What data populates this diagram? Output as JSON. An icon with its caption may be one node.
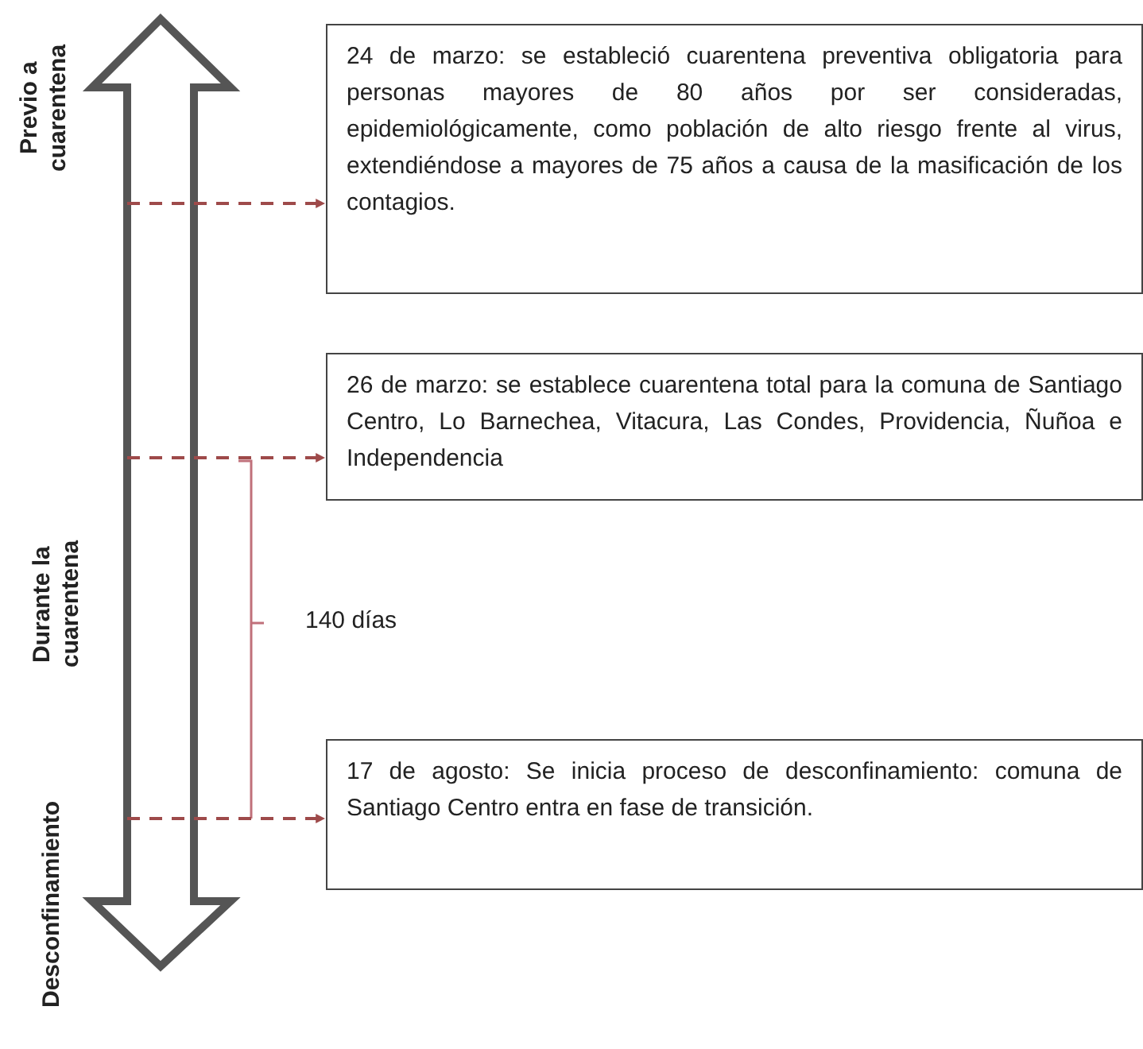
{
  "diagram": {
    "nodes": [
      {
        "text": [],
        "shape": "arrow"
      },
      {
        "text": [
          "24 de marzo: se estableció cuarentena preventiva obligatoria para personas mayores de 80 años por ser consideradas, epidemiológicamente, como población de alto riesgo frente al virus, extendiéndose a mayores de 75 años a causa de la masificación de los contagios."
        ]
      },
      {
        "text": [
          "26 de marzo: se establece cuarentena total para la comuna de Santiago Centro, Lo Barnechea, Vitacura, Las Condes, Providencia, Ñuñoa e Independencia"
        ]
      },
      {
        "text": [
          "17 de agosto: Se inicia proceso de desconfinamiento: comuna de Santiago Centro entra en fase de transición."
        ]
      }
    ],
    "edges": [
      {
        "from": 0,
        "to": 1,
        "arrow": "to",
        "style": "dashed",
        "color": "#9e4a4a"
      },
      {
        "from": 0,
        "to": 2,
        "arrow": "to",
        "style": "dashed",
        "color": "#9e4a4a"
      },
      {
        "from": 0,
        "to": 3,
        "arrow": "to",
        "style": "dashed",
        "color": "#9e4a4a"
      }
    ],
    "labels": [
      "Previo a cuarentena",
      "Durante la cuarentena",
      "140 días",
      "Desconfinamiento"
    ]
  }
}
